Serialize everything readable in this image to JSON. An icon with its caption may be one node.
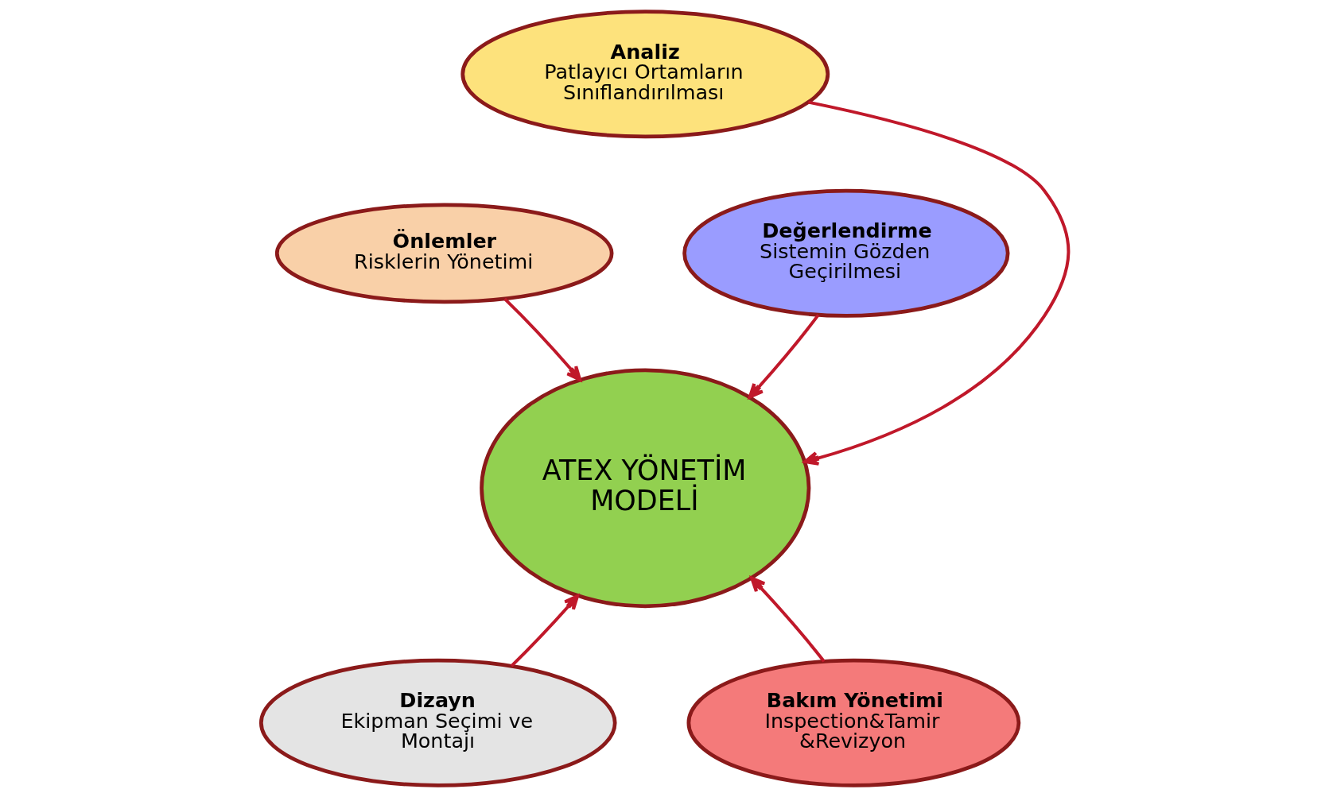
{
  "diagram": {
    "nodes": [
      {
        "text": [
          "Analiz",
          "Patlayıcı Ortamların Sınıflandırılması"
        ]
      },
      {
        "text": [
          "Önlemler",
          "Risklerin Yönetimi"
        ]
      },
      {
        "text": [
          "Değerlendirme",
          "Sistemin Gözden Geçirilmesi"
        ]
      },
      {
        "text": [
          "ATEX YÖNETİM MODELİ"
        ]
      },
      {
        "text": [
          "Dizayn",
          "Ekipman Seçimi ve Montajı"
        ]
      },
      {
        "text": [
          "Bakım Yönetimi",
          "Inspection&Tamir &Revizyon"
        ]
      }
    ],
    "edges": [
      {
        "from": 0,
        "to": 3,
        "arrow": "to"
      },
      {
        "from": 1,
        "to": 3,
        "arrow": "to"
      },
      {
        "from": 2,
        "to": 3,
        "arrow": "to"
      },
      {
        "from": 4,
        "to": 3,
        "arrow": "to"
      },
      {
        "from": 5,
        "to": 3,
        "arrow": "to"
      }
    ]
  }
}
